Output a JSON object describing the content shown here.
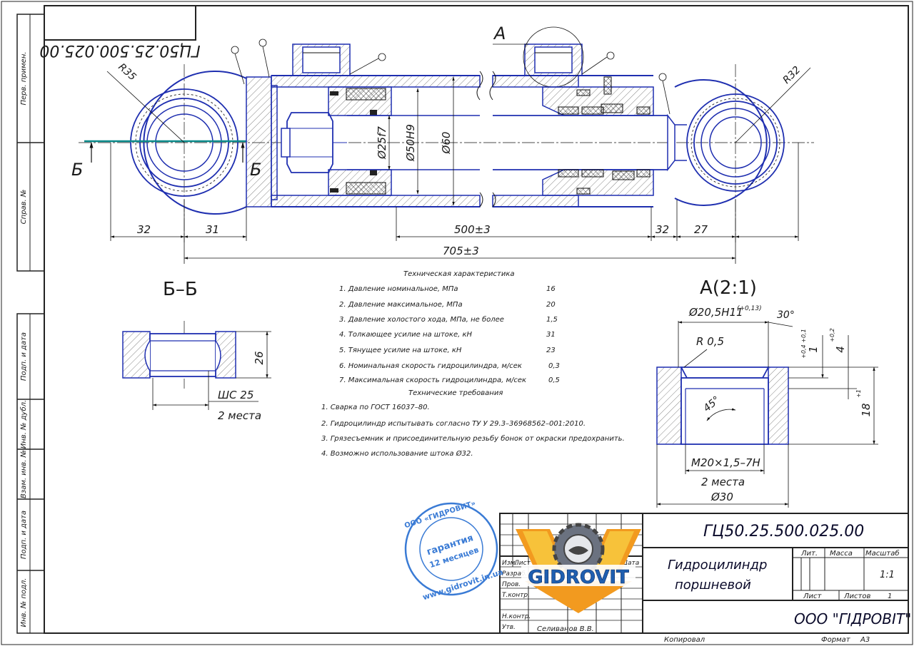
{
  "drawing": {
    "mirrored_code": "ГЦ50.25.500.025.00",
    "view_label_a": "А",
    "section_label_b_left": "Б",
    "section_label_b_right": "Б",
    "radius_left": "R35",
    "radius_right": "R32",
    "diam_rod": "Ø25f7",
    "diam_bore": "Ø50H9",
    "diam_body": "Ø60",
    "dim_32_left": "32",
    "dim_31": "31",
    "dim_stroke": "500±3",
    "dim_32_right": "32",
    "dim_27": "27",
    "dim_total": "705±3"
  },
  "section_bb": {
    "title": "Б–Б",
    "dim_height": "26",
    "bearing": "ШС 25",
    "qty": "2 места"
  },
  "detail_a": {
    "title": "А(2:1)",
    "diam_thread": "Ø20,5H11",
    "tol_thread": "(+0,13)",
    "angle_30": "30°",
    "radius": "R 0,5",
    "dim_1": "1",
    "tol_1": "+0,4\n+0,1",
    "dim_4": "4",
    "tol_4": "+0,2",
    "angle_45": "45°",
    "dim_18": "18",
    "tol_18": "+1",
    "thread": "M20×1,5–7H",
    "qty": "2 места",
    "diam_30": "Ø30"
  },
  "specs": {
    "title": "Техническая характеристика",
    "items": [
      {
        "label": "1. Давление номинальное, МПа",
        "value": "16"
      },
      {
        "label": "2. Давление максимальное, МПа",
        "value": "20"
      },
      {
        "label": "3. Давление холостого хода, МПа, не более",
        "value": "1,5"
      },
      {
        "label": "4. Толкающее усилие на штоке, кН",
        "value": "31"
      },
      {
        "label": "5. Тянущее усилие на штоке, кН",
        "value": "23"
      },
      {
        "label": "6. Номинальная скорость гидроцилиндра, м/сек",
        "value": "0,3"
      },
      {
        "label": "7. Максимальная скорость гидроцилиндра, м/сек",
        "value": "0,5"
      }
    ]
  },
  "requirements": {
    "title": "Технические требования",
    "items": [
      "1. Сварка по ГОСТ 16037–80.",
      "2. Гидроцилиндр испытывать согласно ТУ У 29.3–36968562–001:2010.",
      "3. Грязесъемник и присоединительную резьбу бонок от окраски предохранить.",
      "4. Возможно использование штока Ø32."
    ]
  },
  "side_stamp": {
    "labels": [
      "Перв. примен.",
      "Справ. №",
      "Подп. и дата",
      "Инв. № дубл.",
      "Взам. инв. №",
      "Подп. и дата",
      "Инв. № подл."
    ]
  },
  "title_block": {
    "code": "ГЦ50.25.500.025.00",
    "name_line1": "Гидроцилиндр",
    "name_line2": "поршневой",
    "col_lit": "Лит.",
    "col_mass": "Масса",
    "col_scale": "Масштаб",
    "scale": "1:1",
    "sheet_label": "Лист",
    "sheets_label": "Листов",
    "sheets": "1",
    "company": "ООО \"ГІДРОВІТ\"",
    "rows": [
      "Изм.",
      "Лист",
      "Разраб.",
      "Пров.",
      "Т.контр.",
      "Н.контр.",
      "Утв."
    ],
    "utv_name": "Селиванов В.В.",
    "date_label": "Дата",
    "copied": "Копировал",
    "format_label": "Формат",
    "format": "А3"
  },
  "stamp_round": {
    "outer_top": "ООО «ГИДРОВИТ»",
    "center_line1": "гарантия",
    "center_line2": "12 месяцев",
    "bottom": "www.gidrovit.in.ua"
  },
  "logo": {
    "text": "GIDROVIT"
  },
  "colors": {
    "outline": "#1f2fb0",
    "stamp": "#3a7bd5",
    "logo_orange": "#f29a1f",
    "logo_blue": "#1f5fb0"
  }
}
